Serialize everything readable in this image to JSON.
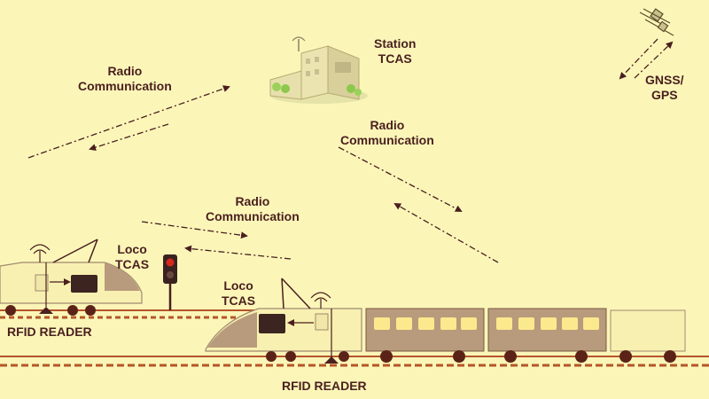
{
  "labels": {
    "radio_1": [
      "Radio",
      "Communication"
    ],
    "station": [
      "Station",
      "TCAS"
    ],
    "radio_2": [
      "Radio",
      "Communication"
    ],
    "gnss": [
      "GNSS/",
      "GPS"
    ],
    "radio_3": [
      "Radio",
      "Communication"
    ],
    "loco_1": [
      "Loco",
      "TCAS"
    ],
    "loco_2": [
      "Loco",
      "TCAS"
    ],
    "rfid_1": "RFID READER",
    "rfid_2": "RFID READER"
  },
  "colors": {
    "background": "#fbf6b8",
    "text": "#4a1f1f",
    "track": "#b5552a",
    "loco_body": "#f8f0b0",
    "coach_body": "#b89b7c",
    "window": "#fbe98e",
    "wheel": "#5b2318",
    "signal_light": "#d6281e"
  },
  "icons": [
    "satellite-icon",
    "station-building-icon",
    "signal-light-icon",
    "antenna-icon"
  ]
}
